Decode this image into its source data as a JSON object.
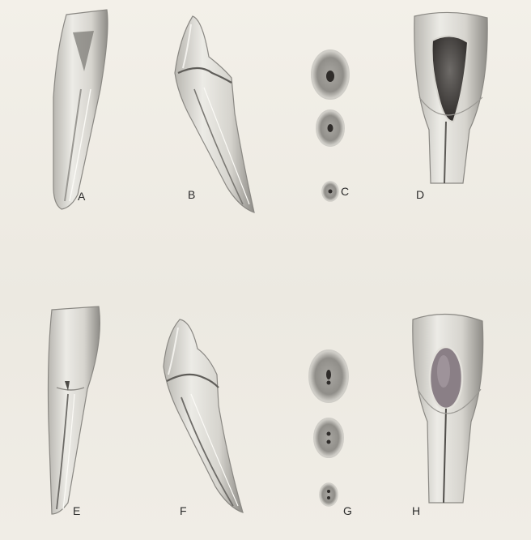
{
  "labels": {
    "a": "A",
    "b": "B",
    "c": "C",
    "d": "D",
    "e": "E",
    "f": "F",
    "g": "G",
    "h": "H"
  },
  "colors": {
    "background": "#efece4",
    "tooth": "#e4e2dc",
    "shade": "#8f8d88",
    "pulp": "#3d3a38",
    "ink": "#2b2b2b"
  }
}
